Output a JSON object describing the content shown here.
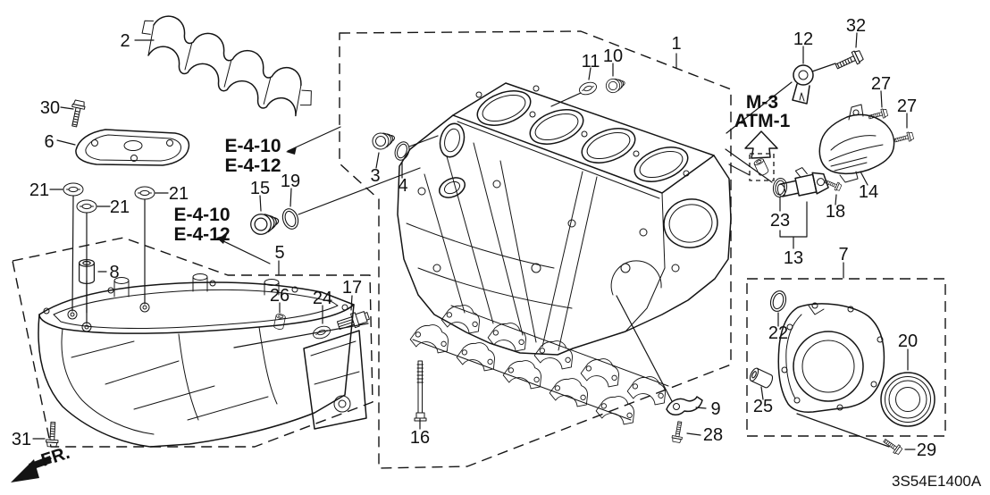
{
  "figure": {
    "background": "#ffffff",
    "line_color": "#141414",
    "diagram_code": "3S54E1400A",
    "front_marker": "FR.",
    "refs": {
      "e410": "E-4-10",
      "e412": "E-4-12",
      "m3": "M-3",
      "atm1": "ATM-1"
    },
    "callouts": {
      "c1": "1",
      "c2": "2",
      "c3": "3",
      "c4": "4",
      "c5": "5",
      "c6": "6",
      "c7": "7",
      "c8": "8",
      "c9": "9",
      "c10": "10",
      "c11": "11",
      "c12": "12",
      "c13": "13",
      "c14": "14",
      "c15": "15",
      "c16": "16",
      "c17": "17",
      "c18": "18",
      "c19": "19",
      "c20": "20",
      "c21": "21",
      "c22": "22",
      "c23": "23",
      "c24": "24",
      "c25": "25",
      "c26": "26",
      "c27": "27",
      "c28": "28",
      "c29": "29",
      "c30": "30",
      "c31": "31",
      "c32": "32"
    },
    "part_icons": {
      "c1": "cylinder-block",
      "c2": "gasket-strip",
      "c3": "sealing-plug",
      "c4": "o-ring",
      "c5": "oil-pan",
      "c6": "baffle-plate",
      "c7": "seal-plate-kit",
      "c8": "dowel-pin",
      "c9": "harness-clamp",
      "c10": "sealing-plug",
      "c11": "sealing-washer",
      "c12": "knock-sensor",
      "c13": "crank-sensor",
      "c14": "sensor-cover",
      "c15": "socket-plug",
      "c16": "stud-bolt",
      "c17": "drain-bolt",
      "c18": "flange-bolt",
      "c19": "sealing-washer",
      "c20": "oil-seal",
      "c21": "sealing-washer",
      "c22": "o-ring",
      "c23": "o-ring",
      "c24": "sealing-washer",
      "c25": "dowel-pin",
      "c26": "dowel-pin",
      "c27": "flange-bolt",
      "c28": "flange-bolt",
      "c29": "flange-bolt",
      "c30": "flange-bolt",
      "c31": "flange-bolt",
      "c32": "hex-bolt"
    }
  }
}
